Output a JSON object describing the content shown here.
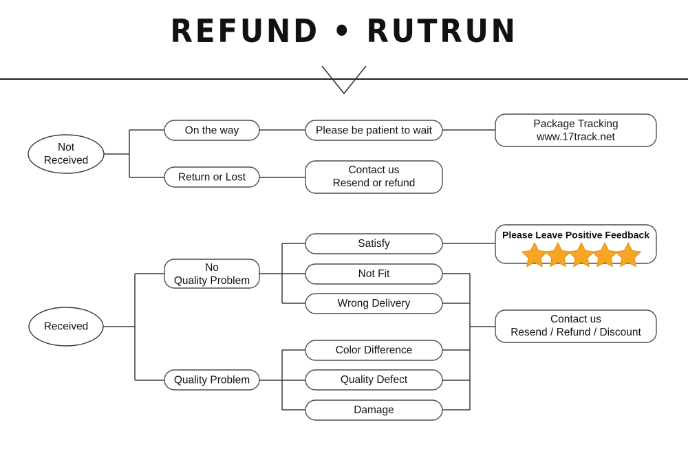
{
  "header": {
    "title": "REFUND • RUTRUN",
    "divider": "horizontal-rule",
    "chevron": "chevron-down-marker"
  },
  "flowchart": {
    "type": "decision-tree",
    "branches": [
      {
        "id": "not-received",
        "root": {
          "label": "Not\nReceived",
          "line1": "Not",
          "line2": "Received",
          "shape": "ellipse"
        },
        "paths": [
          {
            "step1": "On the way",
            "step2": "Please be patient to wait",
            "step3_line1": "Package Tracking",
            "step3_line2": "www.17track.net"
          },
          {
            "step1": "Return or Lost",
            "step2_line1": "Contact us",
            "step2_line2": "Resend or refund"
          }
        ]
      },
      {
        "id": "received",
        "root": {
          "label": "Received",
          "shape": "ellipse"
        },
        "categories": [
          {
            "id": "no-quality-problem",
            "line1": "No",
            "line2": "Quality Problem",
            "reasons": [
              "Satisfy",
              "Not Fit",
              "Wrong Delivery"
            ]
          },
          {
            "id": "quality-problem",
            "line1": "Quality Problem",
            "reasons": [
              "Color Difference",
              "Quality Defect",
              "Damage"
            ]
          }
        ],
        "outcomes": [
          {
            "id": "positive-feedback",
            "text": "Please Leave Positive Feedback",
            "stars": 5,
            "star_color": "#f5a623"
          },
          {
            "id": "contact-us",
            "line1": "Contact us",
            "line2": "Resend / Refund / Discount"
          }
        ]
      }
    ]
  },
  "colors": {
    "background": "#ffffff",
    "text": "#111111",
    "stroke": "#3a3a3a",
    "box_stroke": "#4d4d4d",
    "star": "#f5a623"
  }
}
